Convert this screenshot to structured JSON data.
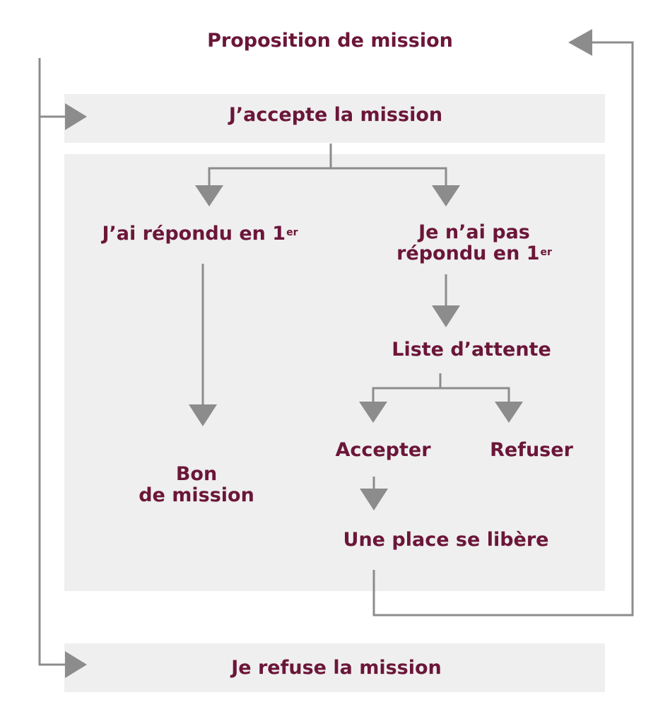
{
  "title": "Proposition de mission",
  "nodes": {
    "accept_mission": "J’accepte la mission",
    "refuse_mission": "Je refuse la mission",
    "answered_first": {
      "text": "J’ai répondu en 1",
      "sup": "er"
    },
    "not_answered_first": {
      "line1": "Je n’ai pas",
      "line2": "répondu en 1",
      "sup": "er"
    },
    "waiting_list": "Liste d’attente",
    "accept": "Accepter",
    "refuse": "Refuser",
    "order": {
      "line1": "Bon",
      "line2": "de mission"
    },
    "place_freed": "Une place se libère"
  },
  "colors": {
    "text": "#6b1638",
    "connector": "#8c8c8c",
    "panel": "#efefef"
  }
}
